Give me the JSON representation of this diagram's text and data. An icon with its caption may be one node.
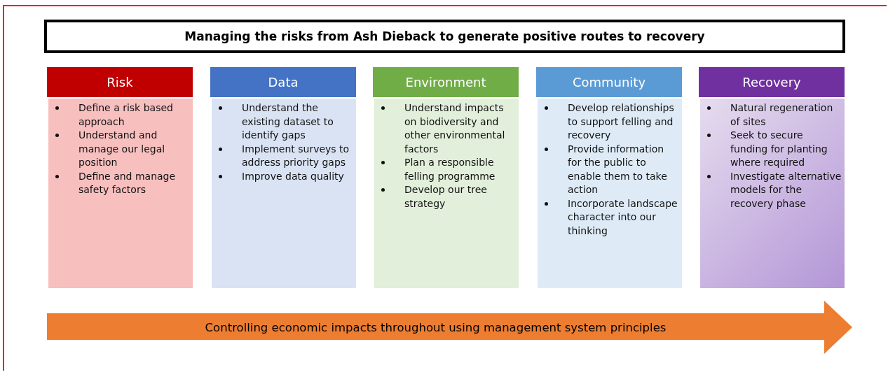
{
  "diagram": {
    "nodes": [
      {
        "text": [
          "Managing the risks from Ash Dieback to generate positive routes to recovery"
        ]
      },
      {
        "text": [
          "Risk"
        ]
      },
      {
        "text": [
          "Define a risk based approach",
          "Understand and manage our legal position",
          "Define and manage safety factors"
        ]
      },
      {
        "text": [
          "Data"
        ]
      },
      {
        "text": [
          "Understand the existing dataset to identify gaps",
          "Implement surveys to address priority gaps",
          "Improve data quality"
        ]
      },
      {
        "text": [
          "Environment"
        ]
      },
      {
        "text": [
          "Understand impacts on biodiversity and other environmental factors",
          "Plan a responsible felling programme",
          "Develop our tree strategy"
        ]
      },
      {
        "text": [
          "Community"
        ]
      },
      {
        "text": [
          "Develop relationships to support felling and recovery",
          "Provide information for the public to enable them to take action",
          "Incorporate landscape character into our thinking"
        ]
      },
      {
        "text": [
          "Recovery"
        ]
      },
      {
        "text": [
          "Natural regeneration of sites",
          "Seek to secure funding for planting where required",
          "Investigate alternative models for the recovery phase"
        ]
      },
      {
        "text": [
          "Controlling economic impacts throughout using management system principles"
        ]
      }
    ],
    "edges": []
  }
}
